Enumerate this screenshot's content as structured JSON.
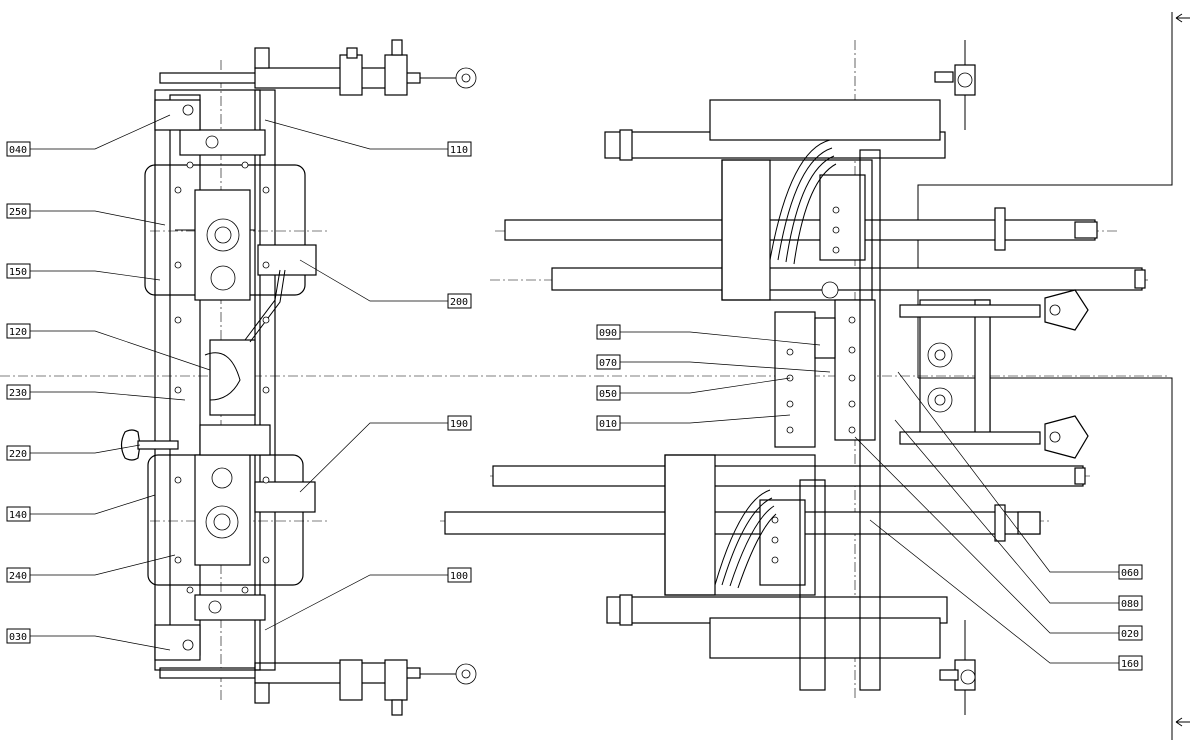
{
  "drawing": {
    "section_marker_top": "",
    "section_marker_bottom": ""
  },
  "callouts": [
    {
      "id": "c040",
      "label": "040"
    },
    {
      "id": "c250",
      "label": "250"
    },
    {
      "id": "c150",
      "label": "150"
    },
    {
      "id": "c120",
      "label": "120"
    },
    {
      "id": "c230",
      "label": "230"
    },
    {
      "id": "c220",
      "label": "220"
    },
    {
      "id": "c140",
      "label": "140"
    },
    {
      "id": "c240",
      "label": "240"
    },
    {
      "id": "c030",
      "label": "030"
    },
    {
      "id": "c110",
      "label": "110"
    },
    {
      "id": "c200",
      "label": "200"
    },
    {
      "id": "c190",
      "label": "190"
    },
    {
      "id": "c100",
      "label": "100"
    },
    {
      "id": "c090",
      "label": "090"
    },
    {
      "id": "c070",
      "label": "070"
    },
    {
      "id": "c050",
      "label": "050"
    },
    {
      "id": "c010",
      "label": "010"
    },
    {
      "id": "c060",
      "label": "060"
    },
    {
      "id": "c080",
      "label": "080"
    },
    {
      "id": "c020",
      "label": "020"
    },
    {
      "id": "c160",
      "label": "160"
    }
  ]
}
